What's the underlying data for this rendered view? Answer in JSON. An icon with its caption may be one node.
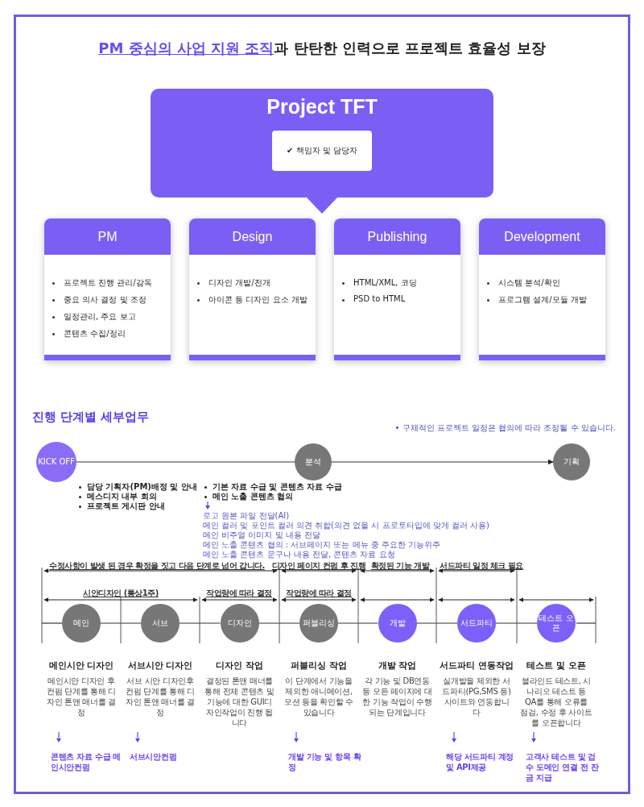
{
  "diagram": {
    "title": "**PM 중심의 사업 지원 조직**과 탄탄한 인력으로 프로젝트 효율성 보장",
    "nodes": [
      {
        "text": [
          "Project TFT"
        ]
      },
      {
        "text": [
          "✔ 책임자 및 담당자"
        ],
        "in": 0
      },
      {
        "text": [
          "PM",
          "프로젝트 진행 관리/감독",
          "중요 의사 결정 및 조정",
          "일정관리, 주요 보고",
          "콘텐츠 수집/정리"
        ]
      },
      {
        "text": [
          "Design",
          "디자인 개발/전개",
          "아이콘 등 디자인 요소 개발"
        ]
      },
      {
        "text": [
          "Publishing",
          "HTML/XML, 코딩",
          "PSD to HTML"
        ]
      },
      {
        "text": [
          "Development",
          "시스템 분석/확인",
          "프로그램 설계/모듈 개발"
        ]
      },
      {
        "text": [
          "KICK OFF"
        ]
      },
      {
        "text": [
          "분석"
        ]
      },
      {
        "text": [
          "기획"
        ]
      },
      {
        "text": [
          "메인"
        ],
        "beside": [
          "메인시안 디자인",
          "메인시안 디자인 후 컨펌 단계를 통해 디자인 톤앤 매너를 결정"
        ]
      },
      {
        "text": [
          "서브"
        ],
        "beside": [
          "서브시안 디자인",
          "서브 시안 디자인후 컨펌 단계를 통해 디자인 톤앤 매너를 결정"
        ]
      },
      {
        "text": [
          "디자인"
        ],
        "beside": [
          "디자인 작업",
          "결정된 톤앤 매너를 통해 전체 콘텐츠 및 기능에 대한 GUI디자인작업이 진행 됩니다"
        ]
      },
      {
        "text": [
          "퍼블리싱"
        ],
        "beside": [
          "퍼블리싱 작업",
          "이 단계에서 기능을 제외한 애니메이션, 모션 등을 확인할 수 있습니다"
        ]
      },
      {
        "text": [
          "개발"
        ],
        "beside": [
          "개발 작업",
          "각 기능 및 DB연동 등 모든 페이지에 대한 기능 작업이 수행 되는 단계입니다"
        ]
      },
      {
        "text": [
          "서드파티"
        ],
        "beside": [
          "서드파티 연동작업",
          "실개발을 제외한 서드파티(PG,SMS 등) 사이트와 연동합니다"
        ]
      },
      {
        "text": [
          "테스트 오픈"
        ],
        "beside": [
          "테스트 및 오픈",
          "블라인드 테스트, 시나리오 테스트 등 QA를 통해 오류를 점검, 수정 후 사이트를 오픈합니다"
        ]
      }
    ],
    "edges": [
      {
        "from": 6,
        "to": 7,
        "arrow": "none"
      },
      {
        "from": 7,
        "to": 8,
        "arrow": "to"
      },
      {
        "from": 9,
        "to": 10,
        "arrow": "none"
      },
      {
        "from": 10,
        "to": 11,
        "arrow": "none"
      },
      {
        "from": 11,
        "to": 12,
        "arrow": "none"
      },
      {
        "from": 12,
        "to": 13,
        "arrow": "none"
      },
      {
        "from": 13,
        "to": 14,
        "arrow": "none"
      },
      {
        "from": 14,
        "to": 15,
        "arrow": "none"
      }
    ],
    "labels": [
      "진행 단계별 세부업무",
      "• 구체적인 프로젝트 일정은 협의에 따라 조정될 수 있습니다.",
      "담당 기획자(PM)배정 및 안내",
      "메스디지 내부 회의",
      "프로젝트 게시판 안내",
      "기본 자료 수급 및 콘텐츠 자료 수급",
      "메인 노출 콘텐츠 협의",
      "로고 원본 파일 전달(AI)",
      "메인 컬러 및 포인트 컬러 의견 취합(의견 없을 시 프로토타입에 맞게 컬러 사용)",
      "메인 비주얼 이미지 및 내용 전달",
      "메인 노출 콘텐츠 협의 : 서브페이지 또는 메뉴 중 주요한 기능위주",
      "메인 노출 콘텐츠 문구나 내용 전달, 콘텐츠 자료 요청",
      "수정사항이 발생 된 경우 확정을 짓고 다음 단계로 넘어 갑니다.",
      "디자인 페이지 컨펌 후 진행",
      "확정된 기능 개발",
      "서드파티 일정 체크 필요",
      "시안디자인 (통상1주)",
      "작업량에 따라 결정",
      "작업량에 따라 결정",
      "콘텐츠 자료 수급 메인시안컨펌",
      "서브시안컨펌",
      "개발 기능 및 항목 확정",
      "해당 서드파티 계정 및 API제공",
      "고객사 테스트 및 검수 도메인 연결 전 잔금 지급"
    ]
  }
}
